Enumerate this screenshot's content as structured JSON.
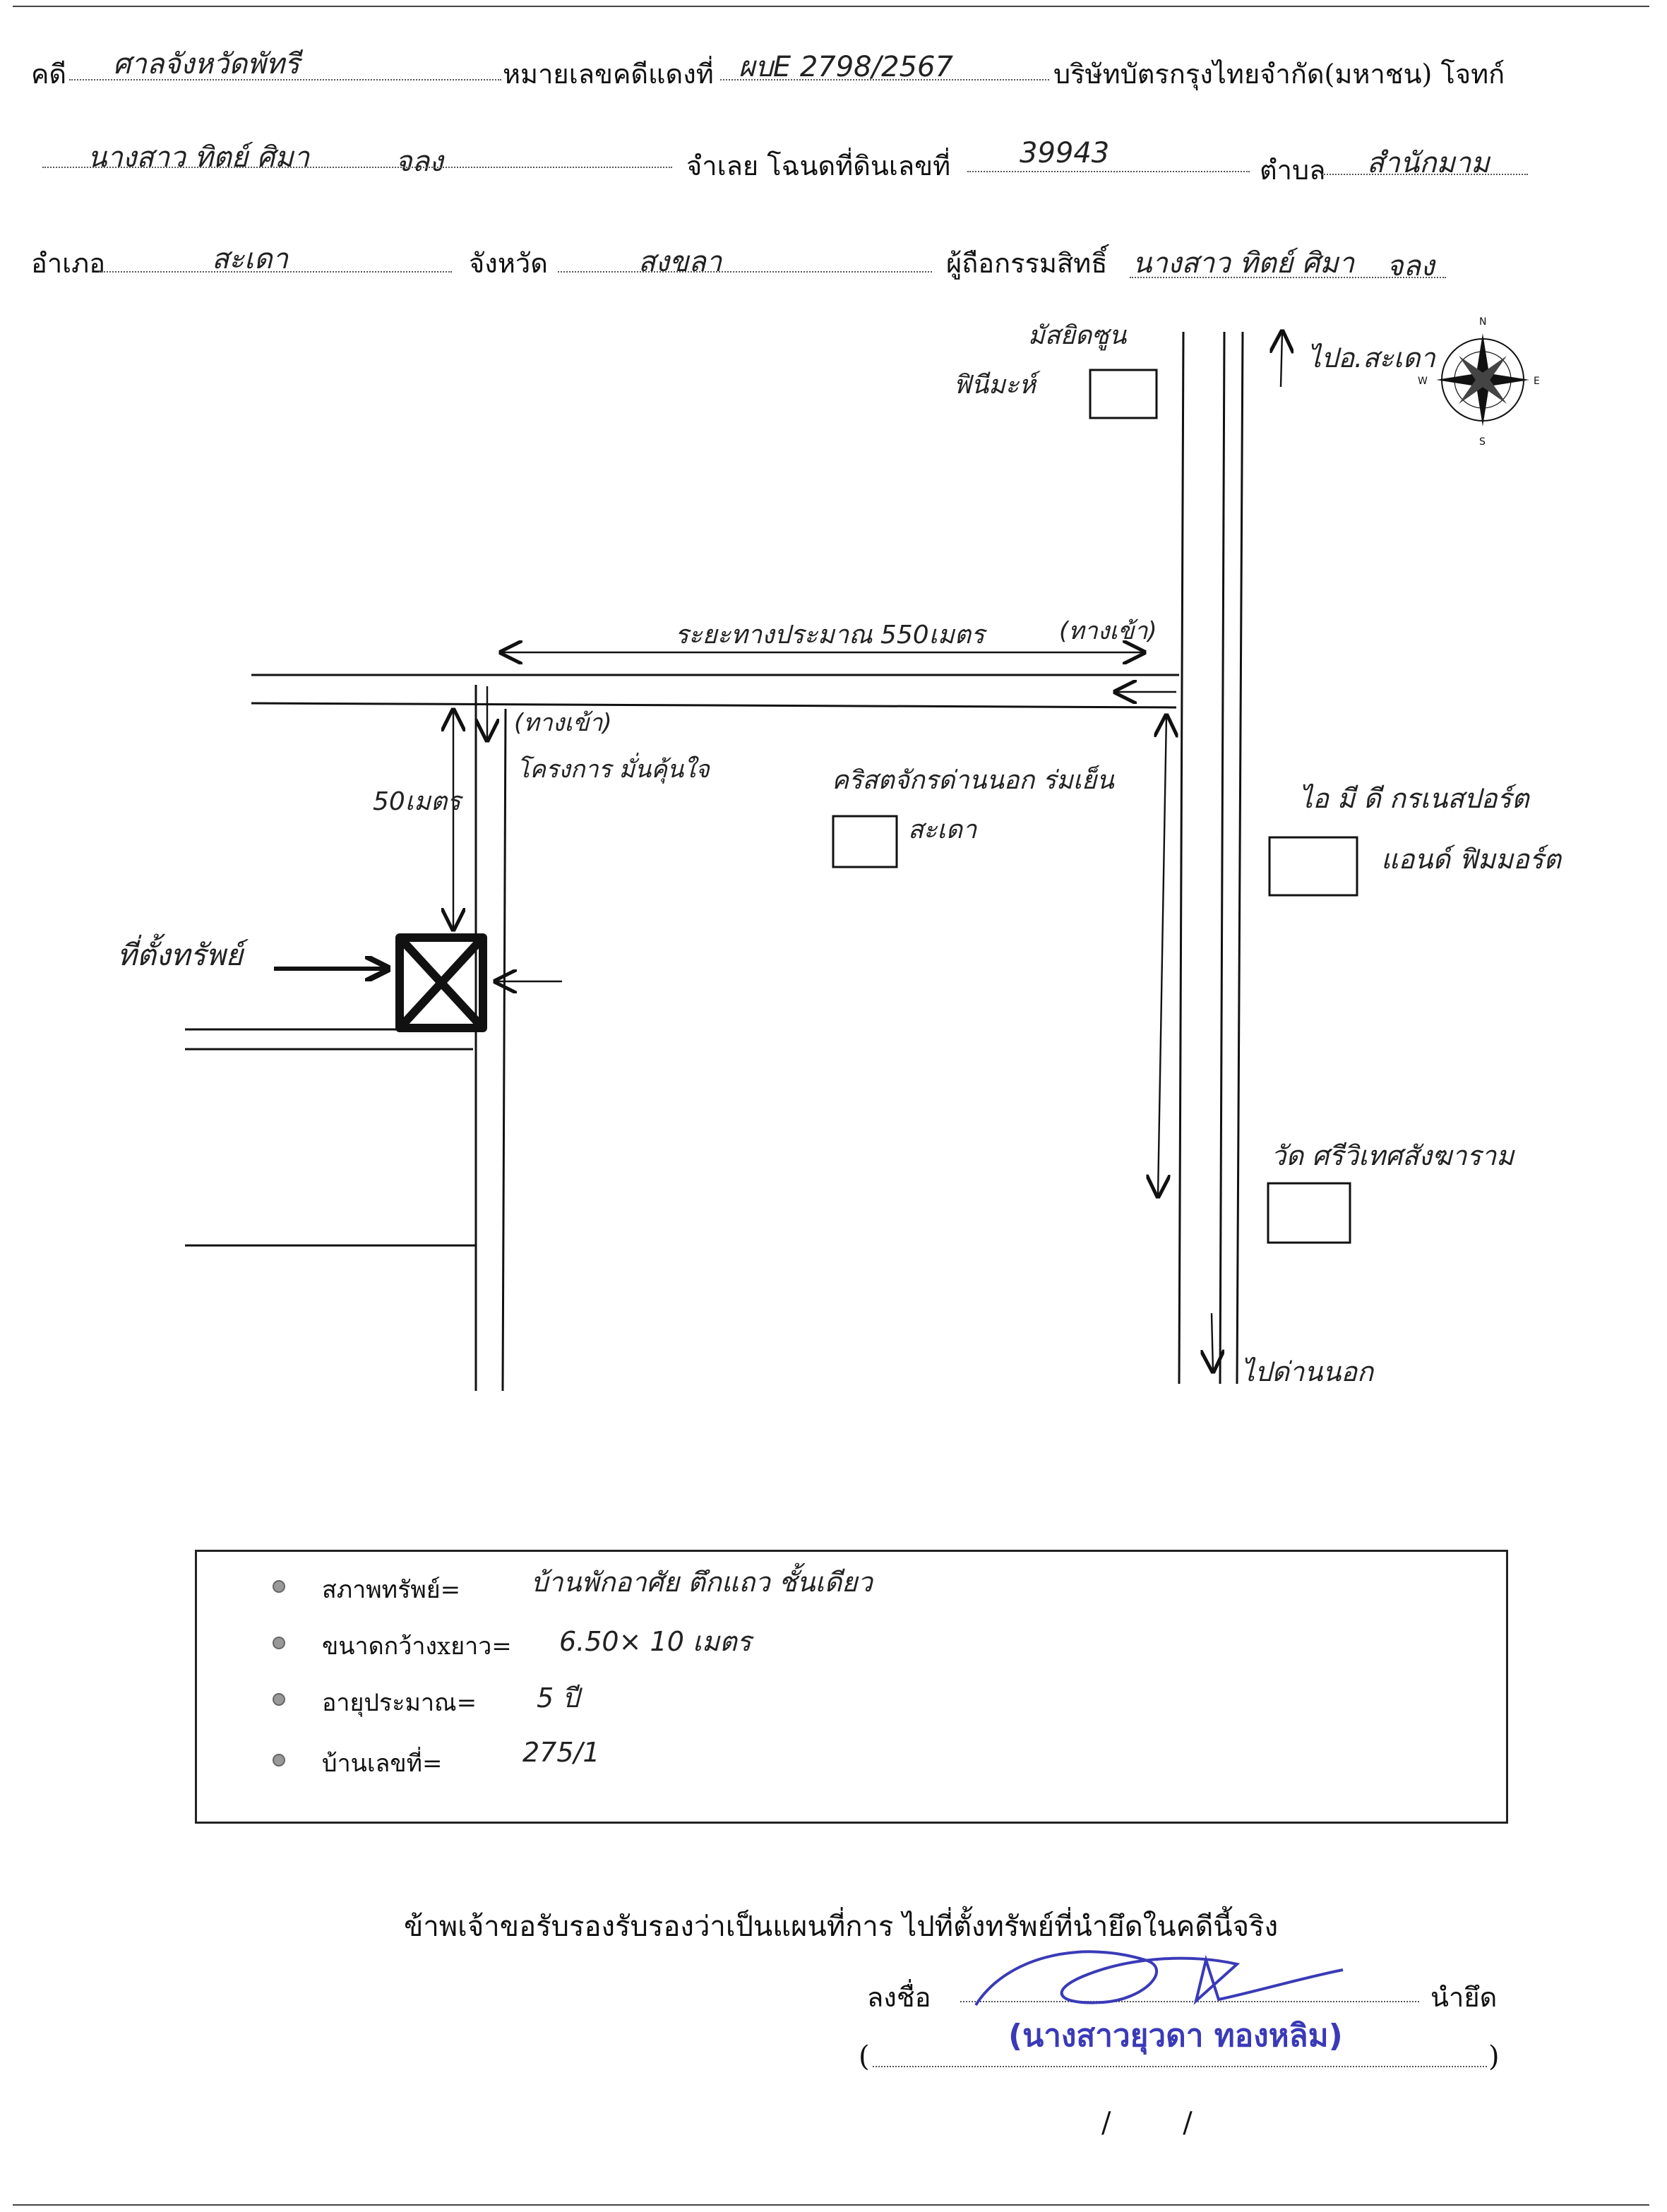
{
  "header": {
    "row1": {
      "case_label": "คดี",
      "court_value": "ศาลจังหวัดพัทรี",
      "case_no_label": "หมายเลขคดีแดงที่",
      "case_no_value": "ผบE 2798/2567",
      "plaintiff_value": "บริษัทบัตรกรุงไทยจำกัด(มหาชน) โจทก์"
    },
    "row2": {
      "defendant_value": "นางสาว ทิตย์ ศิมา",
      "defendant_role": "จลง",
      "deed_label": "จำเลย โฉนดที่ดินเลขที่",
      "deed_value": "39943",
      "subdistrict_label": "ตำบล",
      "subdistrict_value": "สำนักมาม"
    },
    "row3": {
      "district_label": "อำเภอ",
      "district_value": "สะเดา",
      "province_label": "จังหวัด",
      "province_value": "สงขลา",
      "owner_label": "ผู้ถือกรรมสิทธิ์",
      "owner_value": "นางสาว ทิตย์ ศิมา",
      "owner_role": "จลง"
    }
  },
  "map": {
    "compass": {
      "n": "N",
      "s": "S",
      "e": "E",
      "w": "W"
    },
    "labels": {
      "mosque": "มัสยิดซูน",
      "mosque_line2": "ฟินีมะห์",
      "to_top": "ไปอ.สะเดา",
      "distance_550": "ระยะทางประมาณ 550เมตร",
      "paved_top": "(ทางเข้า)",
      "paved_side": "(ทางเข้า)",
      "project": "โครงการ มั่นคุ้นใจ",
      "distance_50": "50เมตร",
      "property_location": "ที่ตั้งทรัพย์",
      "school": "คริสตจักรด่านนอก ร่มเย็น",
      "school_line2": "สะเดา",
      "hotel": "ไอ มี ดี กรเนสปอร์ต",
      "hotel_line2": "แอนด์ ฟิมมอร์ต",
      "temple": "วัด ศรีวิเทศสังฆาราม",
      "to_bottom": "ไปด่านนอก"
    }
  },
  "property_info": {
    "items": [
      {
        "label": "สภาพทรัพย์=",
        "value": "บ้านพักอาศัย ตึกแถว ชั้นเดียว"
      },
      {
        "label": "ขนาดกว้างxยาว=",
        "value": "6.50× 10 เมตร"
      },
      {
        "label": "อายุประมาณ=",
        "value": "5 ปี"
      },
      {
        "label": "บ้านเลขที่=",
        "value": "275/1"
      }
    ]
  },
  "certification": {
    "statement": "ข้าพเจ้าขอรับรองรับรองว่าเป็นแผนที่การ ไปที่ตั้งทรัพย์ที่นำยึดในคดีนี้จริง",
    "sign_label": "ลงชื่อ",
    "seizer_label": "นำยึด",
    "signer_name": "(นางสาวยุวดา ทองหลิม)",
    "paren_open": "(",
    "paren_close": ")",
    "date_slashes": "/        /"
  },
  "colors": {
    "ink": "#111111",
    "signature": "#3a3ab8"
  }
}
